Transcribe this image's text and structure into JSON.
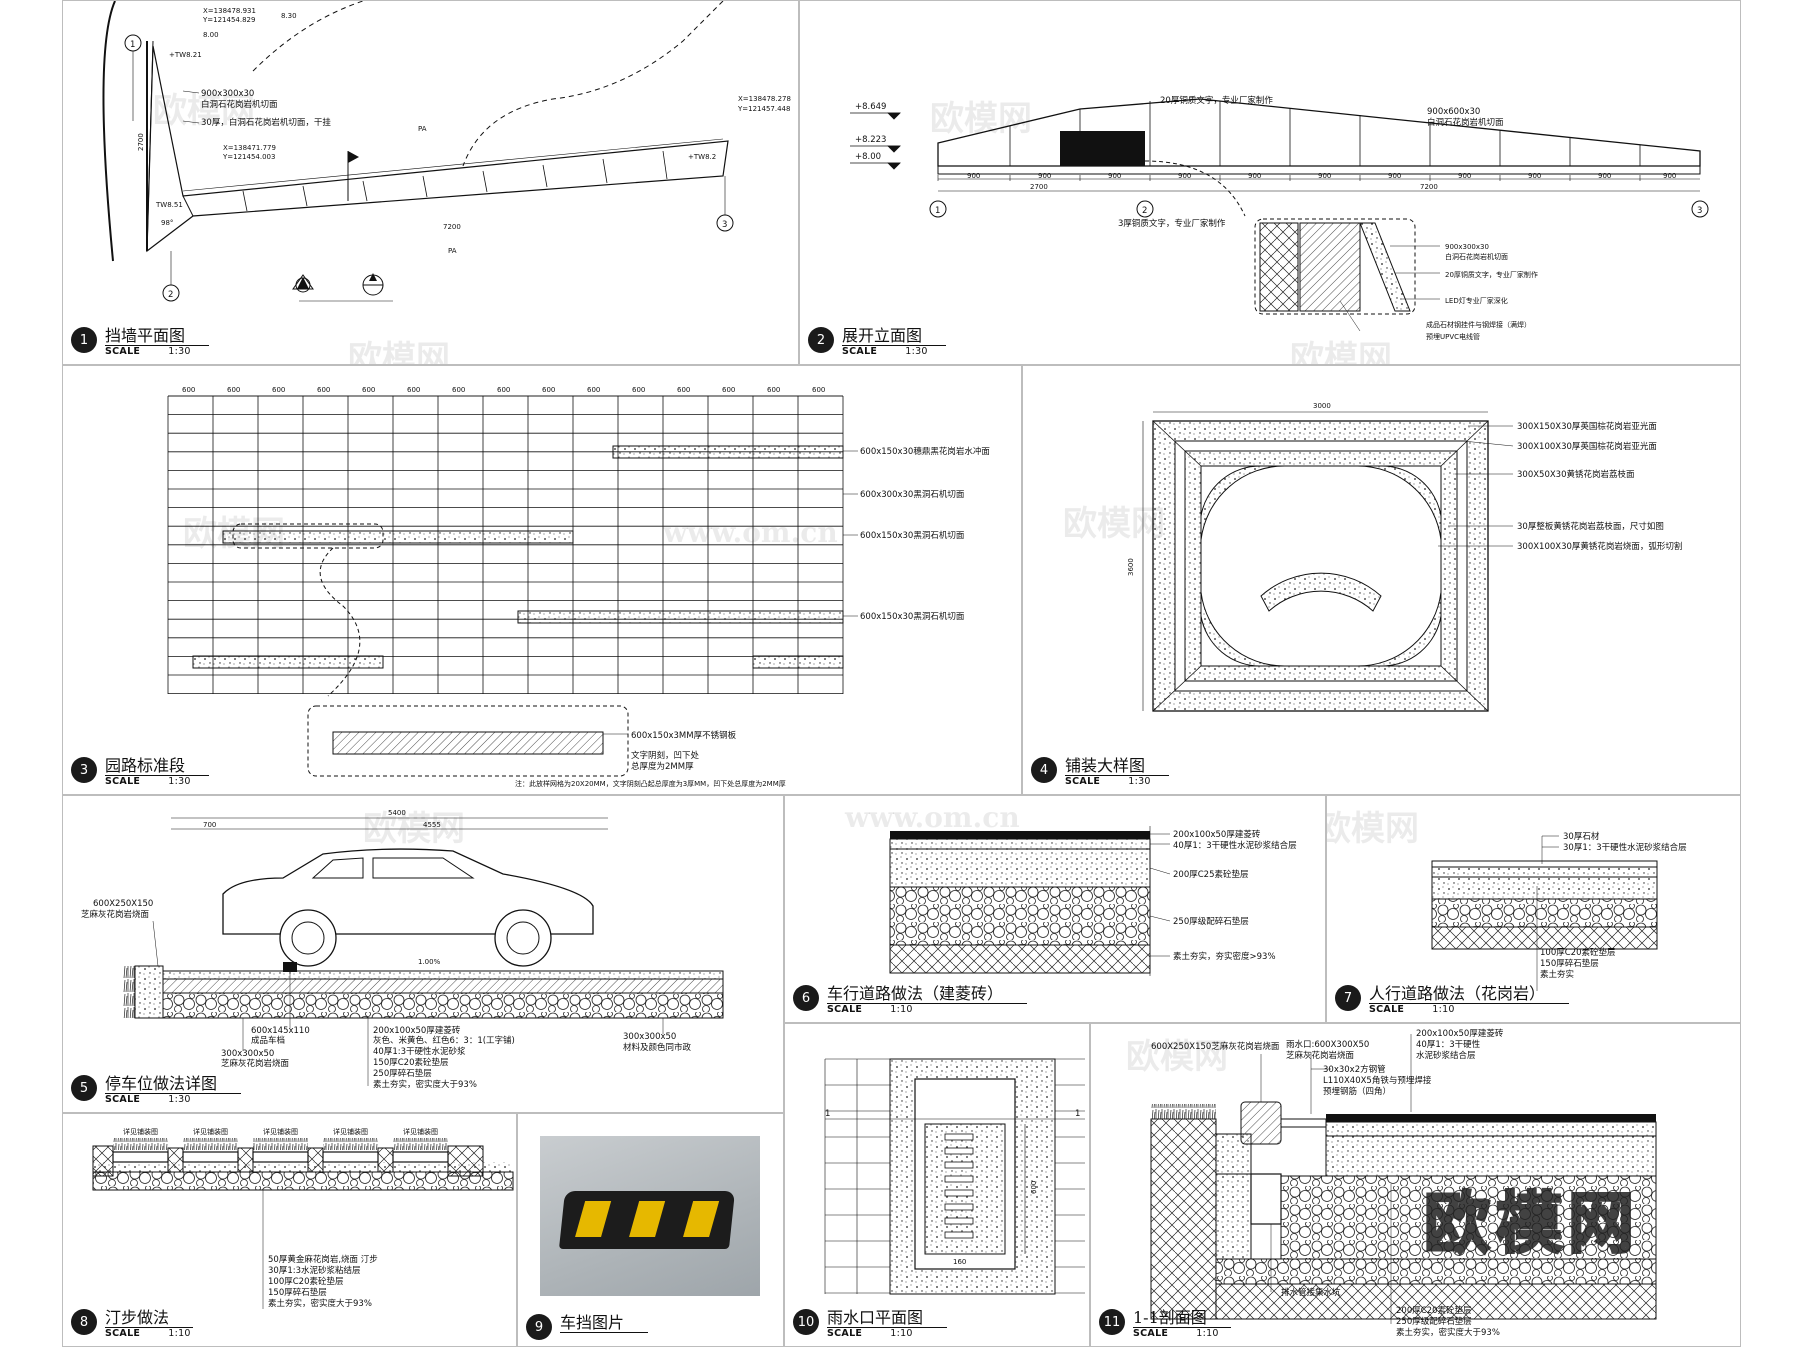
{
  "panels": [
    {
      "id": "1",
      "title": "挡墙平面图",
      "scale": "1:30"
    },
    {
      "id": "2",
      "title": "展开立面图",
      "scale": "1:30"
    },
    {
      "id": "3",
      "title": "园路标准段",
      "scale": "1:30"
    },
    {
      "id": "4",
      "title": "铺装大样图",
      "scale": "1:30"
    },
    {
      "id": "5",
      "title": "停车位做法详图",
      "scale": "1:30"
    },
    {
      "id": "6",
      "title": "车行道路做法（建菱砖）",
      "scale": "1:10"
    },
    {
      "id": "7",
      "title": "人行道路做法（花岗岩）",
      "scale": "1:10"
    },
    {
      "id": "8",
      "title": "汀步做法",
      "scale": "1:10"
    },
    {
      "id": "9",
      "title": "车挡图片",
      "scale": ""
    },
    {
      "id": "10",
      "title": "雨水口平面图",
      "scale": "1:10"
    },
    {
      "id": "11",
      "title": "1-1剖面图",
      "scale": "1:10"
    }
  ],
  "scale_word": "SCALE",
  "watermark": "欧模网",
  "watermark_url": "www.om.cn",
  "p1": {
    "coord1": "X=138478.931",
    "coord1y": "Y=121454.829",
    "coord2": "X=138471.779",
    "coord2y": "Y=121454.003",
    "coord3": "X=138478.278",
    "coord3y": "Y=121457.448",
    "lev1": "8.30",
    "lev2": "8.00",
    "tw1": "+TW8.21",
    "tw2": "TW8.51",
    "tw3": "+TW8.2",
    "n1": "900x300x30",
    "n2": "白洞石花岗岩机切面",
    "n3": "30厚，白洞石花岗岩机切面，干挂",
    "pa": "PA",
    "dim_v": "2700",
    "dim_h": "7200",
    "ang": "98°"
  },
  "p2": {
    "e1": "+8.649",
    "e2": "+8.223",
    "e3": "+8.00",
    "n1": "20厚铜质文字，专业厂家制作",
    "n2": "900x600x30",
    "n3": "白洞石花岗岩机切面",
    "n4": "3厚铜质文字，专业厂家制作",
    "d1": "900x300x30",
    "d2": "白洞石花岗岩机切面",
    "d3": "20厚铜质文字，专业厂家制作",
    "d4": "LED灯专业厂家深化",
    "d5": "成品石材钢挂件与钢焊接（满焊）",
    "d6": "预埋UPVC电线管",
    "w1": "2700",
    "w2": "7200",
    "seg": "900"
  },
  "p3": {
    "col": "600",
    "n1": "600x150x30穗鼎黑花岗岩水冲面",
    "n2": "600x300x30黑洞石机切面",
    "n3": "600x150x30黑洞石机切面",
    "n4": "600x150x30黑洞石机切面",
    "n5": "600x150x3MM厚不锈钢板",
    "n6": "文字阴刻，凹下处",
    "n7": "总厚度为2MM厚",
    "note": "注：此放样网格为20X20MM，文字阴刻凸起总厚度为3厚MM，凹下处总厚度为2MM厚"
  },
  "p4": {
    "w": "3000",
    "h": "3600",
    "n1": "300X150X30厚英国棕花岗岩亚光面",
    "n2": "300X100X30厚英国棕花岗岩亚光面",
    "n3": "300X50X30黄锈花岗岩荔枝面",
    "n4": "30厚整板黄锈花岗岩荔枝面，尺寸如图",
    "n5": "300X100X30厚黄锈花岗岩烧面，弧形切割"
  },
  "p5": {
    "d1": "5400",
    "d2": "4555",
    "d3": "700",
    "slope": "1.00%",
    "n1": "600X250X150",
    "n2": "芝麻灰花岗岩烧面",
    "n3": "600x145x110",
    "n4": "成品车档",
    "n5": "300x300x50",
    "n6": "芝麻灰花岗岩烧面",
    "n7": "200x100x50厚建菱砖",
    "n8": "灰色、米黄色、红色6：3：1(工字铺)",
    "n9": "40厚1:3干硬性水泥砂浆",
    "n10": "150厚C20素砼垫层",
    "n11": "250厚碎石垫层",
    "n12": "素土夯实，密实度大于93%",
    "n13": "300x300x50",
    "n14": "材料及颜色同市政"
  },
  "p6": {
    "n1": "200x100x50厚建菱砖",
    "n2": "40厚1：3干硬性水泥砂浆结合层",
    "n3": "200厚C25素砼垫层",
    "n4": "250厚级配碎石垫层",
    "n5": "素土夯实，夯实密度>93%"
  },
  "p7": {
    "n1": "30厚石材",
    "n2": "30厚1：3干硬性水泥砂浆结合层",
    "n3": "100厚C20素砼垫层",
    "n4": "150厚碎石垫层",
    "n5": "素土夯实"
  },
  "p8": {
    "top": "详见铺装图",
    "n1": "50厚黄金麻花岗岩,烧面  汀步",
    "n2": "30厚1:3水泥砂浆粘结层",
    "n3": "100厚C20素砼垫层",
    "n4": "150厚碎石垫层",
    "n5": "素土夯实，密实度大于93%"
  },
  "p10": {
    "sec": "1",
    "h": "600",
    "w": "160"
  },
  "p11": {
    "n1": "600X250X150芝麻灰花岗岩烧面",
    "n2": "雨水口:600X300X50",
    "n3": "芝麻灰花岗岩烧面",
    "n4": "30x30x2方钢管",
    "n5": "L110X40X5角铁与预埋焊接",
    "n6": "预埋钢筋（四角）",
    "n7": "200x100x50厚建菱砖",
    "n8": "40厚1：3干硬性",
    "n9": "水泥砂浆结合层",
    "n10": "排水管接集水坑",
    "n11": "200厚C20素砼垫层",
    "n12": "250厚级配碎石垫层",
    "n13": "素土夯实，密实度大于93%"
  }
}
